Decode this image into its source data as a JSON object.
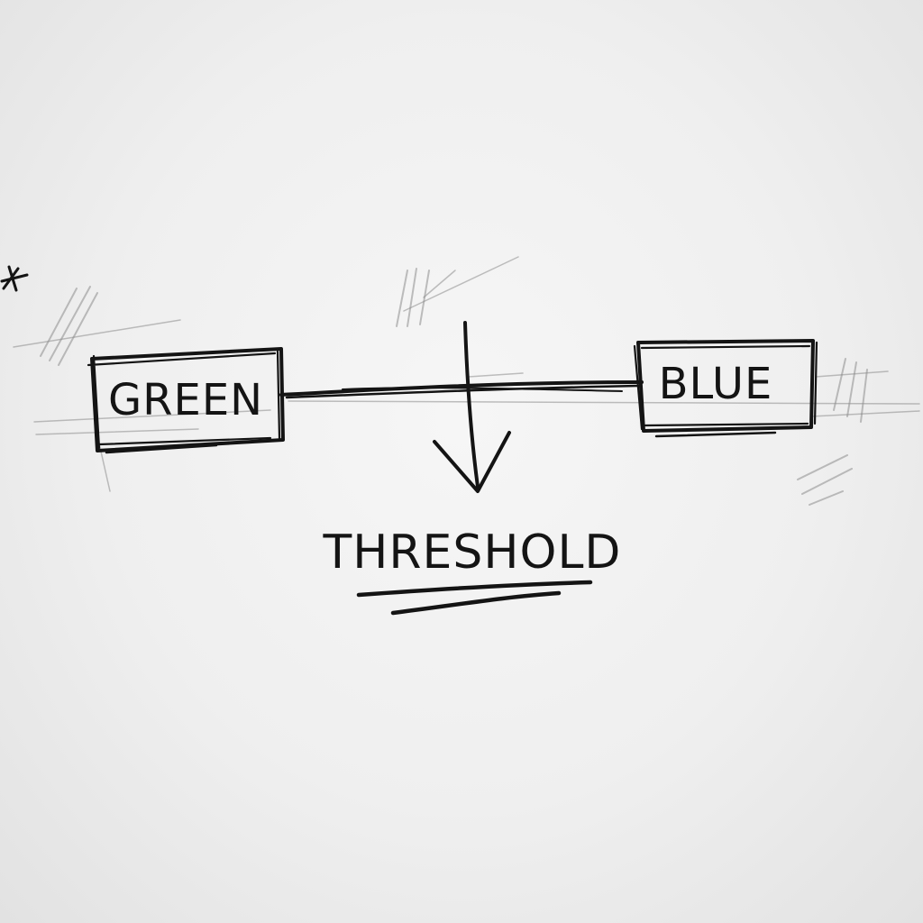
{
  "diagram": {
    "nodes": [
      {
        "id": "green",
        "label": "GREEN"
      },
      {
        "id": "blue",
        "label": "BLUE"
      }
    ],
    "connector": {
      "from": "green",
      "to": "blue"
    },
    "pointer": {
      "label": "THRESHOLD"
    }
  },
  "colors": {
    "ink": "#141414",
    "paper": "#f3f3f3",
    "sketch": "#8c8c8c"
  }
}
